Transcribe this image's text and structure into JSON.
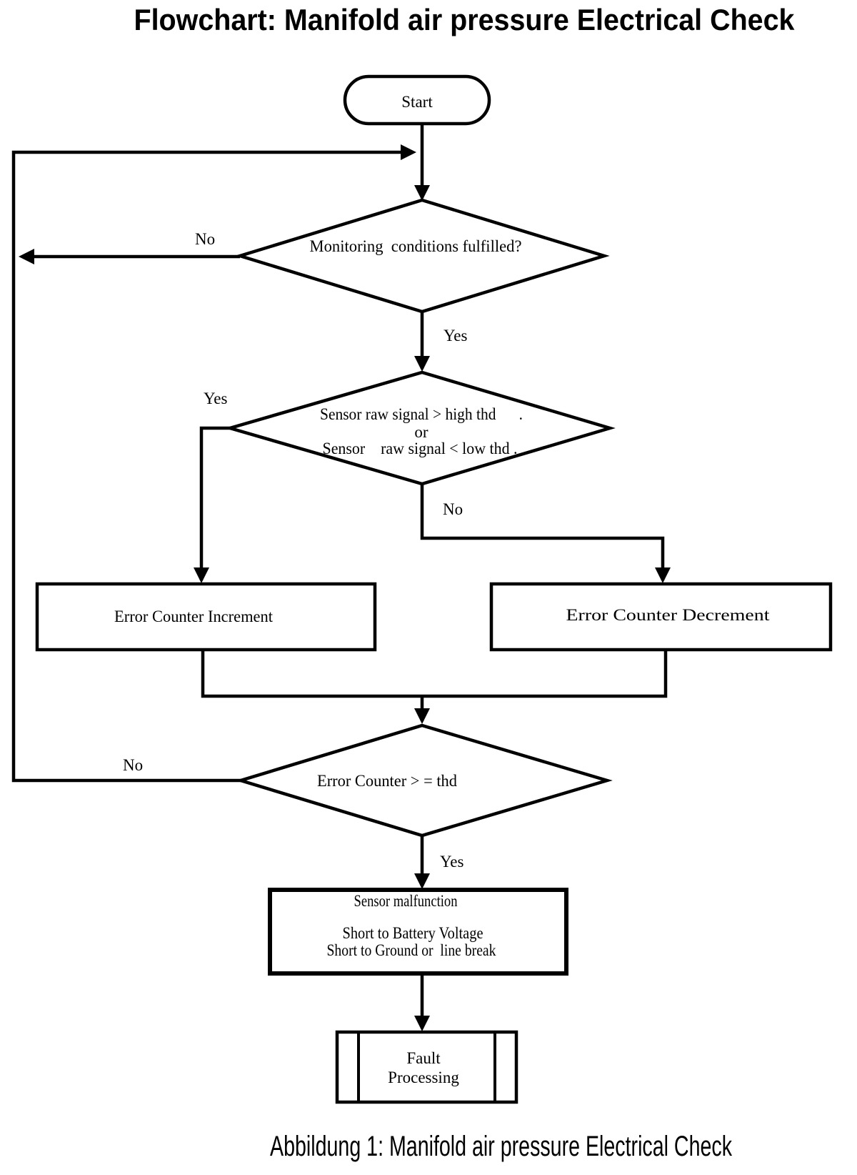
{
  "title": "Flowchart: Manifold air pressure Electrical Check",
  "caption": "Abbildung 1: Manifold air pressure Electrical Check",
  "colors": {
    "ink": "#000000",
    "background": "#ffffff"
  },
  "nodes": {
    "start": {
      "type": "terminator",
      "label": "Start"
    },
    "monitoring_decision": {
      "type": "decision",
      "label": "Monitoring  conditions fulfilled?"
    },
    "signal_decision": {
      "type": "decision",
      "line1": "Sensor raw signal > high thd      .",
      "line2": "or",
      "line3": "Sensor    raw signal < low thd ."
    },
    "error_counter_increment": {
      "type": "process",
      "label": "Error Counter Increment"
    },
    "error_counter_decrement": {
      "type": "process",
      "label": "Error Counter Decrement"
    },
    "threshold_decision": {
      "type": "decision",
      "label": "Error Counter > = thd"
    },
    "sensor_malfunction": {
      "type": "process",
      "line1": "Sensor malfunction",
      "line2": "Short to Battery Voltage",
      "line3": "Short to Ground or  line break"
    },
    "fault_processing": {
      "type": "predefined-process",
      "line1": "Fault",
      "line2": "Processing"
    }
  },
  "edge_labels": {
    "monitoring_no": "No",
    "monitoring_yes": "Yes",
    "signal_yes": "Yes",
    "signal_no": "No",
    "threshold_no": "No",
    "threshold_yes": "Yes"
  }
}
